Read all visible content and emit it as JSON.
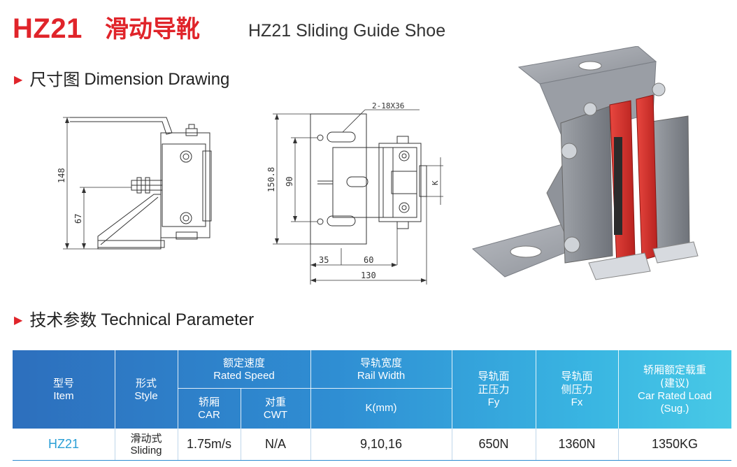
{
  "header": {
    "code": "HZ21",
    "title_cn": "滑动导靴",
    "title_en": "HZ21 Sliding Guide Shoe"
  },
  "sections": {
    "dimension": {
      "cn": "尺寸图",
      "en": "Dimension Drawing"
    },
    "technical": {
      "cn": "技术参数",
      "en": "Technical Parameter"
    }
  },
  "drawing": {
    "dim_148": "148",
    "dim_67": "67",
    "dim_150_8": "150.8",
    "dim_90": "90",
    "dim_35": "35",
    "dim_60": "60",
    "dim_130": "130",
    "slot_note": "2-18X36",
    "dim_k": "K"
  },
  "colors": {
    "brand_red": "#e0242a",
    "header_blue_start": "#2d6fbd",
    "header_blue_end": "#48c9e6",
    "item_text": "#2a9fd6"
  },
  "table": {
    "headers": {
      "item": {
        "cn": "型号",
        "en": "Item"
      },
      "style": {
        "cn": "形式",
        "en": "Style"
      },
      "speed": {
        "cn": "额定速度",
        "en": "Rated Speed"
      },
      "car": {
        "cn": "轿厢",
        "en": "CAR"
      },
      "cwt": {
        "cn": "对重",
        "en": "CWT"
      },
      "rail": {
        "cn": "导轨宽度",
        "en": "Rail Width"
      },
      "k": {
        "en": "K(mm)"
      },
      "fy": {
        "cn1": "导轨面",
        "cn2": "正压力",
        "en": "Fy"
      },
      "fx": {
        "cn1": "导轨面",
        "cn2": "侧压力",
        "en": "Fx"
      },
      "load": {
        "cn1": "轿厢额定载重",
        "cn2": "(建议)",
        "en1": "Car Rated Load",
        "en2": "(Sug.)"
      }
    },
    "row": {
      "item": "HZ21",
      "style_cn": "滑动式",
      "style_en": "Sliding",
      "car": "1.75m/s",
      "cwt": "N/A",
      "k": "9,10,16",
      "fy": "650N",
      "fx": "1360N",
      "load": "1350KG"
    }
  }
}
